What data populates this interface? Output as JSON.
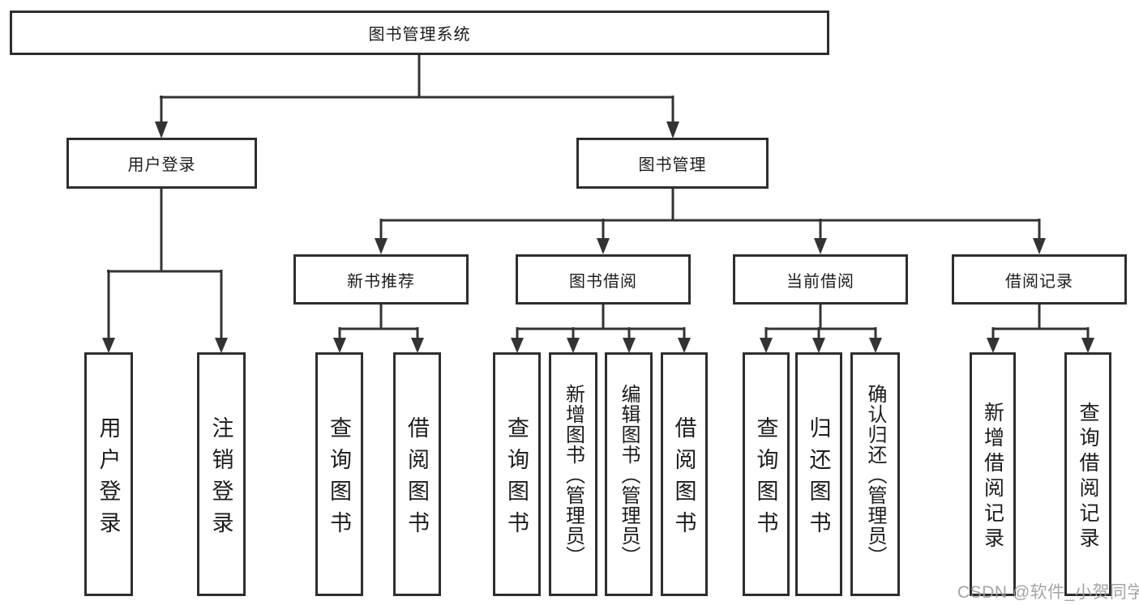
{
  "diagram": {
    "title": "图书管理系统",
    "branches": [
      {
        "label": "用户登录"
      },
      {
        "label": "图书管理"
      }
    ],
    "modules": [
      {
        "label": "新书推荐",
        "parent": "图书管理"
      },
      {
        "label": "图书借阅",
        "parent": "图书管理"
      },
      {
        "label": "当前借阅",
        "parent": "图书管理"
      },
      {
        "label": "借阅记录",
        "parent": "图书管理"
      }
    ],
    "leaves": [
      {
        "label": "用户登录",
        "parent": "用户登录"
      },
      {
        "label": "注销登录",
        "parent": "用户登录"
      },
      {
        "label": "查询图书",
        "parent": "新书推荐"
      },
      {
        "label": "借阅图书",
        "parent": "新书推荐"
      },
      {
        "label": "查询图书",
        "parent": "图书借阅"
      },
      {
        "label": "新增图书（管理员）",
        "parent": "图书借阅"
      },
      {
        "label": "编辑图书（管理员）",
        "parent": "图书借阅"
      },
      {
        "label": "借阅图书",
        "parent": "图书借阅"
      },
      {
        "label": "查询图书",
        "parent": "当前借阅"
      },
      {
        "label": "归还图书",
        "parent": "当前借阅"
      },
      {
        "label": "确认归还（管理员）",
        "parent": "当前借阅"
      },
      {
        "label": "新增借阅记录",
        "parent": "借阅记录"
      },
      {
        "label": "查询借阅记录",
        "parent": "借阅记录"
      }
    ]
  },
  "watermark": {
    "text": "CSDN @软件_小贺同学"
  },
  "colors": {
    "line": "#333333",
    "box_border": "#2e2e2e",
    "text": "#1c1c1c",
    "background": "#ffffff",
    "watermark": "#9d9d9d"
  }
}
